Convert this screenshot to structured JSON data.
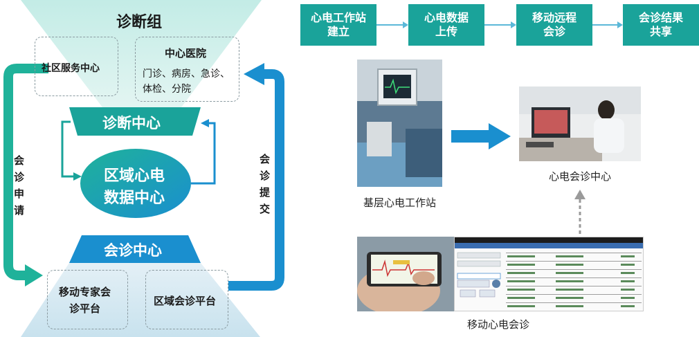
{
  "left": {
    "top_group_title": "诊断组",
    "community_center": "社区服务中心",
    "central_hospital_title": "中心医院",
    "central_hospital_desc_line1": "门诊、病房、急诊、",
    "central_hospital_desc_line2": "体检、分院",
    "diagnosis_center": "诊断中心",
    "regional_data_center_line1": "区域心电",
    "regional_data_center_line2": "数据中心",
    "consult_center": "会诊中心",
    "mobile_expert_line1": "移动专家会",
    "mobile_expert_line2": "诊平台",
    "regional_consult_platform": "区域会诊平台",
    "left_arrow_label": [
      "会",
      "诊",
      "申",
      "请"
    ],
    "right_arrow_label": [
      "会",
      "诊",
      "提",
      "交"
    ]
  },
  "flow": {
    "steps": [
      {
        "line1": "心电工作站",
        "line2": "建立"
      },
      {
        "line1": "心电数据",
        "line2": "上传"
      },
      {
        "line1": "移动远程",
        "line2": "会诊"
      },
      {
        "line1": "会诊结果",
        "line2": "共享"
      }
    ]
  },
  "photos": {
    "base_station_caption": "基层心电工作站",
    "ecg_center_caption": "心电会诊中心",
    "mobile_caption": "移动心电会诊"
  },
  "colors": {
    "teal": "#1aa39a",
    "blue": "#1a8fcf",
    "light_teal": "#cdeeea",
    "light_blue": "#d2e6f0"
  }
}
